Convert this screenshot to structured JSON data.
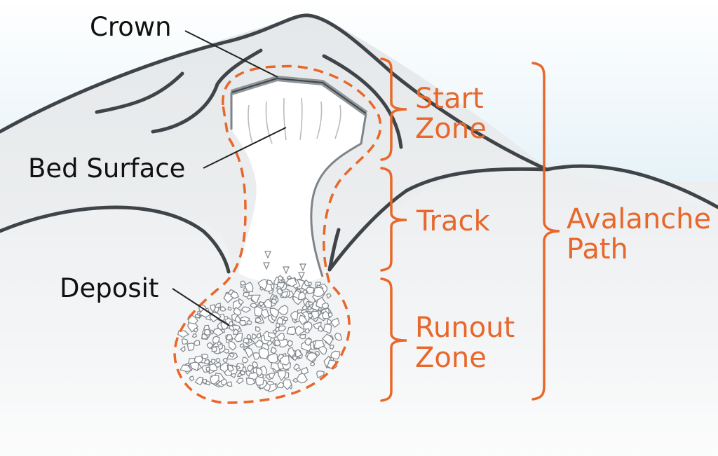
{
  "diagram": {
    "labels": {
      "crown": "Crown",
      "bed_surface": "Bed Surface",
      "deposit": "Deposit"
    },
    "zones": {
      "start_zone": [
        "Start",
        "Zone"
      ],
      "track": "Track",
      "runout_zone": [
        "Runout",
        "Zone"
      ],
      "avalanche_path": [
        "Avalanche",
        "Path"
      ]
    },
    "colors": {
      "accent": "#e8672a",
      "outline": "#3f4449",
      "sky": "#dff0f7",
      "terrain": "#e7e9eb",
      "text": "#111111"
    }
  }
}
